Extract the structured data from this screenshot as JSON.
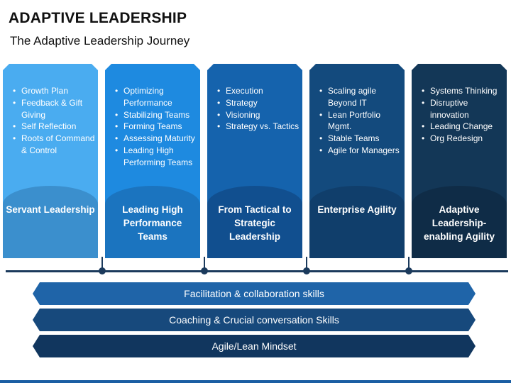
{
  "header": {
    "title": "ADAPTIVE LEADERSHIP",
    "subtitle": "The Adaptive Leadership Journey"
  },
  "columns": [
    {
      "items": [
        "Growth Plan",
        "Feedback & Gift Giving",
        "Self Reflection",
        "Roots of Command & Control"
      ],
      "label": "Servant Leadership",
      "colors": {
        "top": "#4aacf0",
        "bottom": "#3b8fcd"
      }
    },
    {
      "items": [
        "Optimizing Performance",
        "Stabilizing Teams",
        "Forming Teams",
        "Assessing Maturity",
        "Leading High Performing Teams"
      ],
      "label": "Leading High Performance Teams",
      "colors": {
        "top": "#1e8ae0",
        "bottom": "#1b74bf"
      }
    },
    {
      "items": [
        "Execution",
        "Strategy",
        "Visioning",
        "Strategy vs. Tactics"
      ],
      "label": "From Tactical to Strategic Leadership",
      "colors": {
        "top": "#1563ad",
        "bottom": "#114f8f"
      }
    },
    {
      "items": [
        "Scaling agile Beyond IT",
        "Lean Portfolio Mgmt.",
        "Stable Teams",
        "Agile for Managers"
      ],
      "label": "Enterprise Agility",
      "colors": {
        "top": "#134a7d",
        "bottom": "#103e6b"
      }
    },
    {
      "items": [
        "Systems Thinking",
        "Disruptive innovation",
        "Leading Change",
        "Org Redesign"
      ],
      "label": "Adaptive Leadership-enabling Agility",
      "colors": {
        "top": "#133757",
        "bottom": "#0f2c47"
      }
    }
  ],
  "bands": [
    {
      "text": "Facilitation & collaboration skills",
      "color": "#1f64a8"
    },
    {
      "text": "Coaching & Crucial conversation Skills",
      "color": "#17497c"
    },
    {
      "text": "Agile/Lean Mindset",
      "color": "#11365e"
    }
  ],
  "timeline_color": "#1b3a5c"
}
